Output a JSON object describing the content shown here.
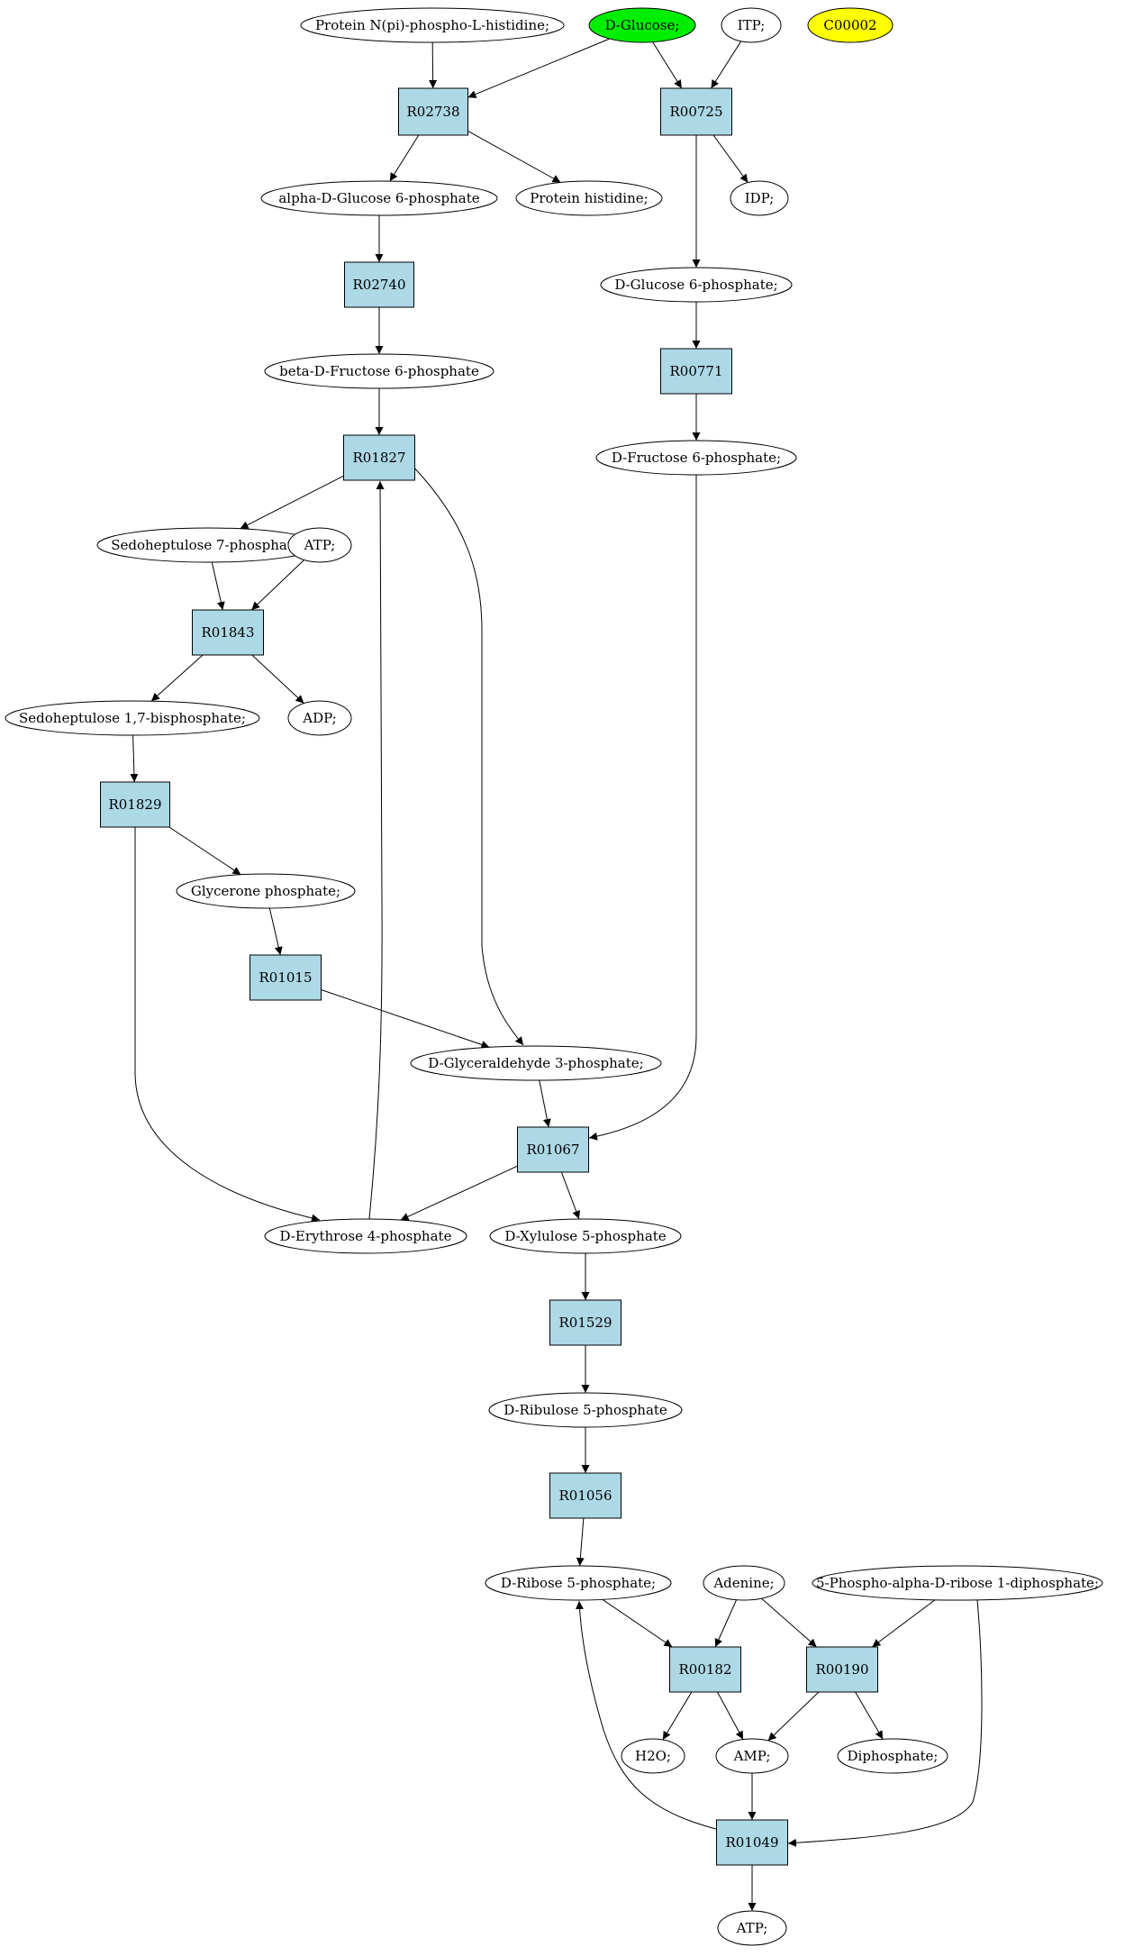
{
  "colors": {
    "reaction_fill": "#add8e6",
    "start_compound_fill": "#00ee00",
    "highlight_compound_fill": "#ffff00",
    "compound_fill": "#ffffff",
    "outline": "#000000"
  },
  "compounds": [
    {
      "id": "protein-npi-phospho-l-histidine",
      "label": "Protein N(pi)-phospho-L-histidine;"
    },
    {
      "id": "d-glucose",
      "label": "D-Glucose;",
      "role": "start"
    },
    {
      "id": "itp",
      "label": "ITP;"
    },
    {
      "id": "c00002",
      "label": "C00002",
      "role": "highlight"
    },
    {
      "id": "alpha-d-glucose-6-phosphate",
      "label": "alpha-D-Glucose 6-phosphate"
    },
    {
      "id": "protein-histidine",
      "label": "Protein histidine;"
    },
    {
      "id": "idp",
      "label": "IDP;"
    },
    {
      "id": "d-glucose-6-phosphate",
      "label": "D-Glucose 6-phosphate;"
    },
    {
      "id": "beta-d-fructose-6-phosphate",
      "label": "beta-D-Fructose 6-phosphate"
    },
    {
      "id": "d-fructose-6-phosphate",
      "label": "D-Fructose 6-phosphate;"
    },
    {
      "id": "sedoheptulose-7-phosphate",
      "label": "Sedoheptulose 7-phosphate;"
    },
    {
      "id": "atp-top",
      "label": "ATP;"
    },
    {
      "id": "sedoheptulose-17-bisphosphate",
      "label": "Sedoheptulose 1,7-bisphosphate;"
    },
    {
      "id": "adp",
      "label": "ADP;"
    },
    {
      "id": "glycerone-phosphate",
      "label": "Glycerone phosphate;"
    },
    {
      "id": "d-glyceraldehyde-3-phosphate",
      "label": "D-Glyceraldehyde 3-phosphate;"
    },
    {
      "id": "d-erythrose-4-phosphate",
      "label": "D-Erythrose 4-phosphate"
    },
    {
      "id": "d-xylulose-5-phosphate",
      "label": "D-Xylulose 5-phosphate"
    },
    {
      "id": "d-ribulose-5-phosphate",
      "label": "D-Ribulose 5-phosphate"
    },
    {
      "id": "d-ribose-5-phosphate",
      "label": "D-Ribose 5-phosphate;"
    },
    {
      "id": "adenine",
      "label": "Adenine;"
    },
    {
      "id": "prpp",
      "label": "5-Phospho-alpha-D-ribose 1-diphosphate;"
    },
    {
      "id": "h2o",
      "label": "H2O;"
    },
    {
      "id": "amp",
      "label": "AMP;"
    },
    {
      "id": "diphosphate",
      "label": "Diphosphate;"
    },
    {
      "id": "atp-bottom",
      "label": "ATP;"
    }
  ],
  "reactions": [
    {
      "id": "r02738",
      "label": "R02738"
    },
    {
      "id": "r00725",
      "label": "R00725"
    },
    {
      "id": "r02740",
      "label": "R02740"
    },
    {
      "id": "r00771",
      "label": "R00771"
    },
    {
      "id": "r01827",
      "label": "R01827"
    },
    {
      "id": "r01843",
      "label": "R01843"
    },
    {
      "id": "r01829",
      "label": "R01829"
    },
    {
      "id": "r01015",
      "label": "R01015"
    },
    {
      "id": "r01067",
      "label": "R01067"
    },
    {
      "id": "r01529",
      "label": "R01529"
    },
    {
      "id": "r01056",
      "label": "R01056"
    },
    {
      "id": "r00182",
      "label": "R00182"
    },
    {
      "id": "r00190",
      "label": "R00190"
    },
    {
      "id": "r01049",
      "label": "R01049"
    }
  ],
  "edges": [
    {
      "from": "protein-npi-phospho-l-histidine",
      "to": "r02738"
    },
    {
      "from": "d-glucose",
      "to": "r02738"
    },
    {
      "from": "d-glucose",
      "to": "r00725"
    },
    {
      "from": "itp",
      "to": "r00725"
    },
    {
      "from": "r02738",
      "to": "alpha-d-glucose-6-phosphate"
    },
    {
      "from": "r02738",
      "to": "protein-histidine"
    },
    {
      "from": "r00725",
      "to": "idp"
    },
    {
      "from": "r00725",
      "to": "d-glucose-6-phosphate"
    },
    {
      "from": "alpha-d-glucose-6-phosphate",
      "to": "r02740"
    },
    {
      "from": "d-glucose-6-phosphate",
      "to": "r00771"
    },
    {
      "from": "r02740",
      "to": "beta-d-fructose-6-phosphate"
    },
    {
      "from": "r00771",
      "to": "d-fructose-6-phosphate"
    },
    {
      "from": "beta-d-fructose-6-phosphate",
      "to": "r01827"
    },
    {
      "from": "r01827",
      "to": "sedoheptulose-7-phosphate"
    },
    {
      "from": "r01827",
      "to": "d-glyceraldehyde-3-phosphate"
    },
    {
      "from": "sedoheptulose-7-phosphate",
      "to": "r01843"
    },
    {
      "from": "atp-top",
      "to": "r01843"
    },
    {
      "from": "r01843",
      "to": "sedoheptulose-17-bisphosphate"
    },
    {
      "from": "r01843",
      "to": "adp"
    },
    {
      "from": "sedoheptulose-17-bisphosphate",
      "to": "r01829"
    },
    {
      "from": "r01829",
      "to": "glycerone-phosphate"
    },
    {
      "from": "r01829",
      "to": "d-erythrose-4-phosphate"
    },
    {
      "from": "glycerone-phosphate",
      "to": "r01015"
    },
    {
      "from": "r01015",
      "to": "d-glyceraldehyde-3-phosphate"
    },
    {
      "from": "d-glyceraldehyde-3-phosphate",
      "to": "r01067"
    },
    {
      "from": "d-fructose-6-phosphate",
      "to": "r01067"
    },
    {
      "from": "r01067",
      "to": "d-erythrose-4-phosphate"
    },
    {
      "from": "r01067",
      "to": "d-xylulose-5-phosphate"
    },
    {
      "from": "d-erythrose-4-phosphate",
      "to": "r01827"
    },
    {
      "from": "d-xylulose-5-phosphate",
      "to": "r01529"
    },
    {
      "from": "r01529",
      "to": "d-ribulose-5-phosphate"
    },
    {
      "from": "d-ribulose-5-phosphate",
      "to": "r01056"
    },
    {
      "from": "r01056",
      "to": "d-ribose-5-phosphate"
    },
    {
      "from": "d-ribose-5-phosphate",
      "to": "r00182"
    },
    {
      "from": "adenine",
      "to": "r00182"
    },
    {
      "from": "adenine",
      "to": "r00190"
    },
    {
      "from": "prpp",
      "to": "r00190"
    },
    {
      "from": "prpp",
      "to": "r01049"
    },
    {
      "from": "r00182",
      "to": "h2o"
    },
    {
      "from": "r00182",
      "to": "amp"
    },
    {
      "from": "r00190",
      "to": "amp"
    },
    {
      "from": "r00190",
      "to": "diphosphate"
    },
    {
      "from": "amp",
      "to": "r01049"
    },
    {
      "from": "r01049",
      "to": "d-ribose-5-phosphate"
    },
    {
      "from": "r01049",
      "to": "atp-bottom"
    }
  ]
}
